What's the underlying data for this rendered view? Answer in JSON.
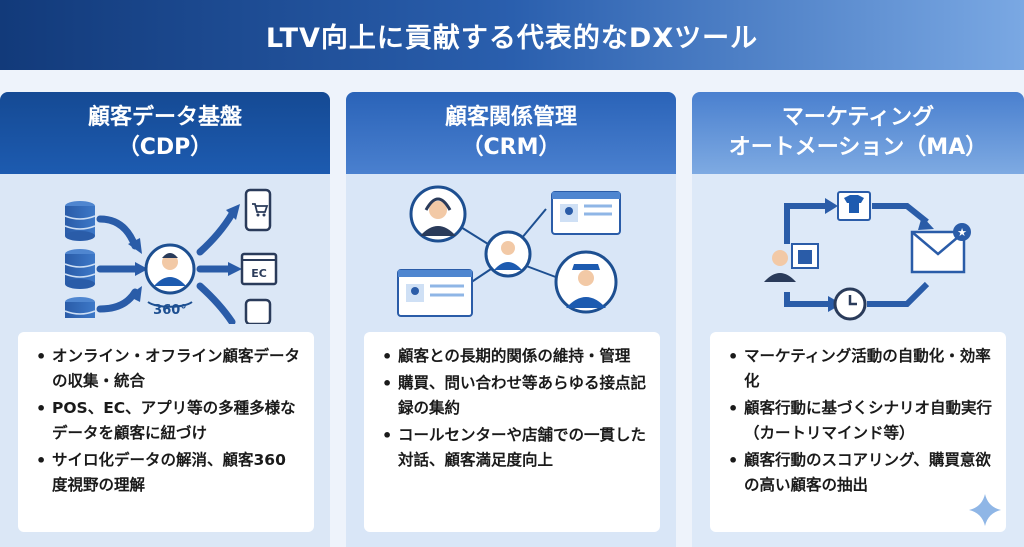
{
  "title": "LTV向上に貢献する代表的なDXツール",
  "columns": [
    {
      "heading_line1": "顧客データ基盤",
      "heading_line2": "（CDP）",
      "icon_label_360": "360°",
      "icon_label_ec": "EC",
      "bullets": [
        "オンライン・オフライン顧客データの収集・統合",
        "POS、EC、アプリ等の多種多様なデータを顧客に紐づけ",
        "サイロ化データの解消、顧客360度視野の理解"
      ]
    },
    {
      "heading_line1": "顧客関係管理",
      "heading_line2": "（CRM）",
      "bullets": [
        "顧客との長期的関係の維持・管理",
        "購買、問い合わせ等あらゆる接点記録の集約",
        "コールセンターや店舗での一貫した対話、顧客満足度向上"
      ]
    },
    {
      "heading_line1": "マーケティング",
      "heading_line2": "オートメーション（MA）",
      "bullets": [
        "マーケティング活動の自動化・効率化",
        "顧客行動に基づくシナリオ自動実行（カートリマインド等）",
        "顧客行動のスコアリング、購買意欲の高い顧客の抽出"
      ]
    }
  ],
  "colors": {
    "dark_blue": "#1d4f91",
    "mid_blue": "#2f6cc0",
    "light_blue": "#8fb6e6"
  },
  "icons": [
    "database-icon",
    "person-icon",
    "cart-icon",
    "phone-icon",
    "browser-icon",
    "headset-agent-icon",
    "store-staff-icon",
    "tshirt-icon",
    "shopping-bag-icon",
    "email-icon",
    "clock-icon",
    "sparkle-icon"
  ]
}
